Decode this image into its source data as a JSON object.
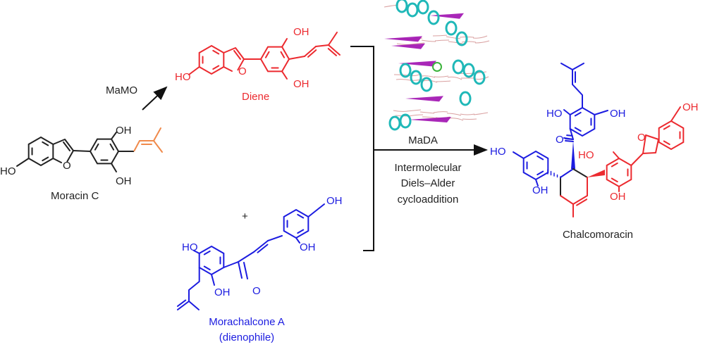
{
  "colors": {
    "black": "#222222",
    "diene_red": "#ec2a2f",
    "dienophile_blue": "#1c1ce0",
    "prenyl_orange": "#f08a4b",
    "helix_cyan": "#1fb8b8",
    "strand_magenta": "#a010b0"
  },
  "moracin_c": {
    "name": "Moracin C",
    "atoms": {
      "ho": "HO",
      "o": "O",
      "oh_top": "OH",
      "oh_bottom": "OH"
    }
  },
  "step1": {
    "enzyme": "MaMO"
  },
  "diene": {
    "name": "Diene",
    "atoms": {
      "ho": "HO",
      "o": "O",
      "oh_top": "OH",
      "oh_bottom": "OH"
    }
  },
  "plus": "+",
  "morachalcone_a": {
    "name": "Morachalcone A",
    "role": "(dienophile)",
    "atoms": {
      "ho": "HO",
      "oh_mid": "OH",
      "o": "O",
      "oh_ring2_top": "OH",
      "oh_ring2_bottom": "OH"
    }
  },
  "step2": {
    "enzyme": "MaDA",
    "description": [
      "Intermolecular",
      "Diels–Alder",
      "cycloaddition"
    ]
  },
  "chalcomoracin": {
    "name": "Chalcomoracin",
    "atoms": {
      "ho_top": "HO",
      "oh_top": "OH",
      "o_carbonyl": "O",
      "ho_left": "HO",
      "oh_left": "OH",
      "ho_red": "HO",
      "oh_red": "OH",
      "o_furan": "O",
      "oh_far": "OH"
    }
  }
}
